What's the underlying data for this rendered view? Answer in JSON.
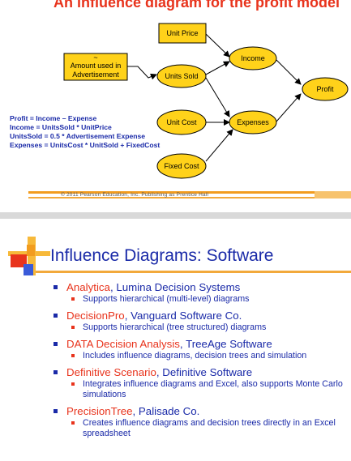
{
  "slide1": {
    "title": "An influence diagram for the profit model",
    "nodes": {
      "unit_price": "Unit Price",
      "units_sold": "Units Sold",
      "income": "Income",
      "profit": "Profit",
      "unit_cost": "Unit Cost",
      "expenses": "Expenses",
      "fixed_cost": "Fixed Cost",
      "advertisement_symbol": "~",
      "advertisement_line1": "Amount used in",
      "advertisement_line2": "Advertisement"
    },
    "formulas": [
      "Profit = Income – Expense",
      "Income = UnitsSold * UnitPrice",
      "UnitsSold = 0.5 * Advertisement Expense",
      "Expenses = UnitsCost * UnitSold + FixedCost"
    ],
    "footer": "© 2011 Pearson Education, Inc. Publishing as Prentice Hall"
  },
  "slide2": {
    "title": "Influence Diagrams: Software",
    "items": [
      {
        "product": "Analytica",
        "vendor": ", Lumina Decision Systems",
        "detail": "Supports hierarchical (multi-level) diagrams"
      },
      {
        "product": "DecisionPro",
        "vendor": ", Vanguard Software Co.",
        "detail": "Supports hierarchical (tree structured) diagrams"
      },
      {
        "product": "DATA Decision Analysis",
        "vendor": ", TreeAge Software",
        "detail": "Includes influence diagrams, decision trees and simulation"
      },
      {
        "product": "Definitive Scenario",
        "vendor": ", Definitive Software",
        "detail": "Integrates influence diagrams and Excel, also supports Monte Carlo simulations"
      },
      {
        "product": "PrecisionTree",
        "vendor": ", Palisade Co.",
        "detail": "Creates influence diagrams and decision trees directly in an Excel spreadsheet"
      }
    ]
  },
  "colors": {
    "accent_red": "#e8331c",
    "text_blue": "#1a2aa8",
    "node_yellow": "#ffd21a",
    "bar_orange": "#f29c1f"
  }
}
